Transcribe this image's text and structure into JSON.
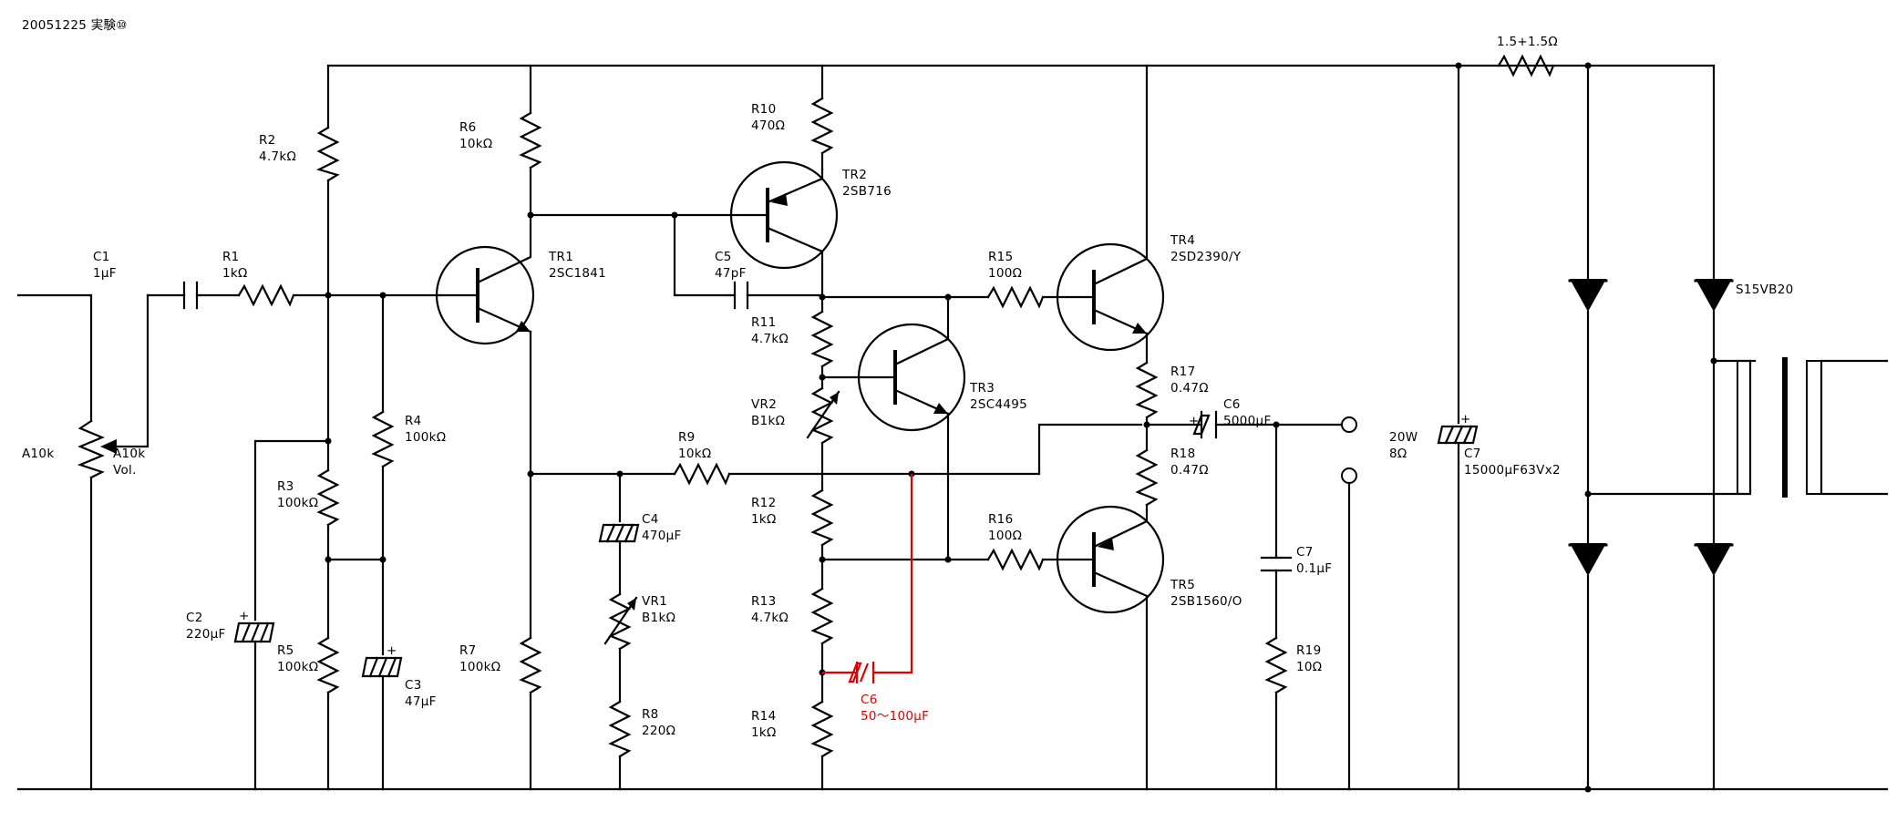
{
  "header": {
    "title": "20051225 実験⑩"
  },
  "labels": {
    "c1_name": "C1",
    "c1_value": "1μF",
    "r1_name": "R1",
    "r1_value": "1kΩ",
    "a10k_left": "A10k",
    "vol_value": "A10k",
    "vol_name": "Vol.",
    "r2_name": "R2",
    "r2_value": "4.7kΩ",
    "r3_name": "R3",
    "r3_value": "100kΩ",
    "r4_name": "R4",
    "r4_value": "100kΩ",
    "r5_name": "R5",
    "r5_value": "100kΩ",
    "c2_name": "C2",
    "c2_value": "220μF",
    "c3_name": "C3",
    "c3_value": "47μF",
    "r6_name": "R6",
    "r6_value": "10kΩ",
    "r7_name": "R7",
    "r7_value": "100kΩ",
    "tr1_name": "TR1",
    "tr1_value": "2SC1841",
    "r10_name": "R10",
    "r10_value": "470Ω",
    "tr2_name": "TR2",
    "tr2_value": "2SB716",
    "c5_name": "C5",
    "c5_value": "47pF",
    "r11_name": "R11",
    "r11_value": "4.7kΩ",
    "vr2_name": "VR2",
    "vr2_value": "B1kΩ",
    "tr3_name": "TR3",
    "tr3_value": "2SC4495",
    "r9_name": "R9",
    "r9_value": "10kΩ",
    "c4_name": "C4",
    "c4_value": "470μF",
    "vr1_name": "VR1",
    "vr1_value": "B1kΩ",
    "r8_name": "R8",
    "r8_value": "220Ω",
    "r12_name": "R12",
    "r12_value": "1kΩ",
    "r13_name": "R13",
    "r13_value": "4.7kΩ",
    "r14_name": "R14",
    "r14_value": "1kΩ",
    "c6r_name": "C6",
    "c6r_value": "50〜100μF",
    "r15_name": "R15",
    "r15_value": "100Ω",
    "tr4_name": "TR4",
    "tr4_value": "2SD2390/Y",
    "r17_name": "R17",
    "r17_value": "0.47Ω",
    "c6_name": "C6",
    "c6_value": "5000μF",
    "r18_name": "R18",
    "r18_value": "0.47Ω",
    "r16_name": "R16",
    "r16_value": "100Ω",
    "tr5_name": "TR5",
    "tr5_value": "2SB1560/O",
    "c7a_name": "C7",
    "c7a_value": "0.1μF",
    "r19_name": "R19",
    "r19_value": "10Ω",
    "out_power": "20W",
    "out_load": "8Ω",
    "c7_name": "C7",
    "c7_value": "15000μF63Vx2",
    "fuse_value": "1.5+1.5Ω",
    "bridge_name": "S15VB20",
    "plus": "+"
  },
  "colors": {
    "wire": "#000000",
    "modification": "#e00000",
    "background": "#ffffff"
  }
}
